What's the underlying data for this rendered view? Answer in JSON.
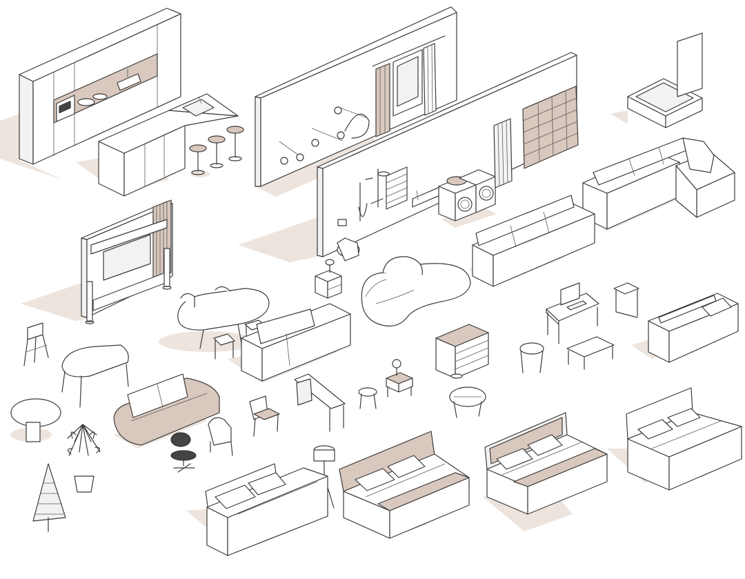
{
  "scene": {
    "palette": {
      "line": "#3a3a3a",
      "fill": "#ffffff",
      "accent": "#d9c8bd",
      "shadow": "#ece4dd",
      "light_grey": "#f2f2f2"
    },
    "objects": [
      "kitchen-cabinets",
      "kitchen-island",
      "bar-stool",
      "wall-with-lamps",
      "curtain-window",
      "bathroom-wall",
      "towel-radiator",
      "shower-set",
      "sink-vanity",
      "washing-machine",
      "ladder-shelf",
      "bathtub",
      "l-shaped-sofa",
      "three-seat-sofa",
      "tv-wall-unit",
      "floor-speaker",
      "nightstand",
      "curved-sofa",
      "oval-dining-table",
      "dining-chair",
      "high-chair",
      "sectional-sofa",
      "desk-with-laptop",
      "side-table",
      "daybed",
      "dresser",
      "coffee-table",
      "console-table",
      "loveseat-sofa",
      "armchair",
      "office-chair",
      "round-table",
      "potted-plant",
      "pine-tree",
      "floor-lamp",
      "double-bed",
      "upholstered-bed",
      "round-coffee-table",
      "stool"
    ]
  }
}
